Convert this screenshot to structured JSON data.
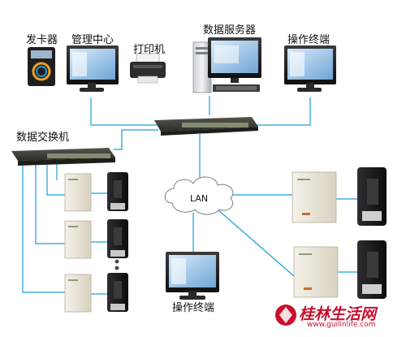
{
  "labels": {
    "card_issuer": "发卡器",
    "management_center": "管理中心",
    "printer": "打印机",
    "data_server": "数据服务器",
    "operation_terminal_top": "操作终端",
    "data_switch": "数据交换机",
    "lan": "LAN",
    "operation_terminal_bottom": "操作终端"
  },
  "watermark": {
    "title": "桂林生活网",
    "url": "www.guilinlife.com"
  },
  "colors": {
    "link_line": "#1aa0d8",
    "switch_body": "#3e4038",
    "controller_box": "#e9e4d6",
    "reader_body": "#1b1b1d",
    "monitor_body": "#1c1c1c",
    "screen_blue": "#6fa4d6",
    "watermark_red": "#c8102e"
  }
}
